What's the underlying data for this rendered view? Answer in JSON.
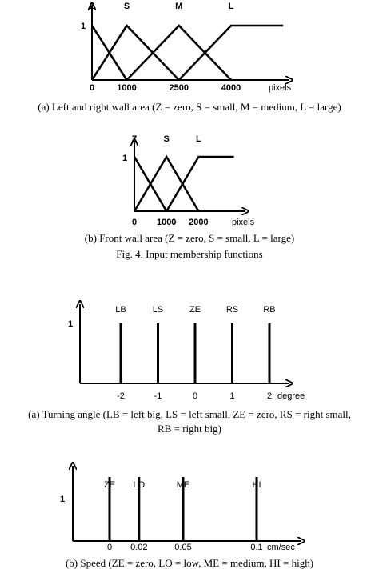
{
  "chart_data": [
    {
      "type": "line",
      "panel": "a-wall",
      "y_tick": "1",
      "x_unit": "pixels",
      "x_ticks": [
        "0",
        "1000",
        "2500",
        "4000"
      ],
      "caption": "(a) Left and right wall area (Z = zero, S = small, M = medium, L = large)",
      "series": [
        {
          "name": "Z",
          "x": [
            0,
            1000
          ],
          "y": [
            1,
            0
          ]
        },
        {
          "name": "S",
          "x": [
            0,
            1000,
            2500
          ],
          "y": [
            0,
            1,
            0
          ]
        },
        {
          "name": "M",
          "x": [
            1000,
            2500,
            4000
          ],
          "y": [
            0,
            1,
            0
          ]
        },
        {
          "name": "L",
          "x": [
            2500,
            4000,
            5500
          ],
          "y": [
            0,
            1,
            1
          ]
        }
      ]
    },
    {
      "type": "line",
      "panel": "b-front",
      "y_tick": "1",
      "x_unit": "pixels",
      "x_ticks": [
        "0",
        "1000",
        "2000"
      ],
      "caption": "(b) Front wall area (Z = zero, S = small, L = large)",
      "series": [
        {
          "name": "Z",
          "x": [
            0,
            1000
          ],
          "y": [
            1,
            0
          ]
        },
        {
          "name": "S",
          "x": [
            0,
            1000,
            2000
          ],
          "y": [
            0,
            1,
            0
          ]
        },
        {
          "name": "L",
          "x": [
            1000,
            2000,
            3100
          ],
          "y": [
            0,
            1,
            1
          ]
        }
      ]
    },
    {
      "type": "bar",
      "panel": "a-angle",
      "y_tick": "1",
      "x_unit": "degree",
      "x_ticks": [
        "-2",
        "-1",
        "0",
        "1",
        "2"
      ],
      "categories": [
        "LB",
        "LS",
        "ZE",
        "RS",
        "RB"
      ],
      "values": [
        -2,
        -1,
        0,
        1,
        2
      ],
      "caption_lines": [
        "(a) Turning angle (LB = left big, LS = left small, ZE = zero, RS = right small,",
        "RB = right big)"
      ]
    },
    {
      "type": "bar",
      "panel": "b-speed",
      "y_tick": "1",
      "x_unit": "cm/sec",
      "x_ticks": [
        "0",
        "0.02",
        "0.05",
        "0.1"
      ],
      "categories": [
        "ZE",
        "LO",
        "ME",
        "HI"
      ],
      "values": [
        0,
        0.02,
        0.05,
        0.1
      ],
      "caption": "(b) Speed (ZE = zero, LO = low, ME = medium, HI = high)"
    }
  ],
  "fig_caption": "Fig. 4.  Input membership functions"
}
